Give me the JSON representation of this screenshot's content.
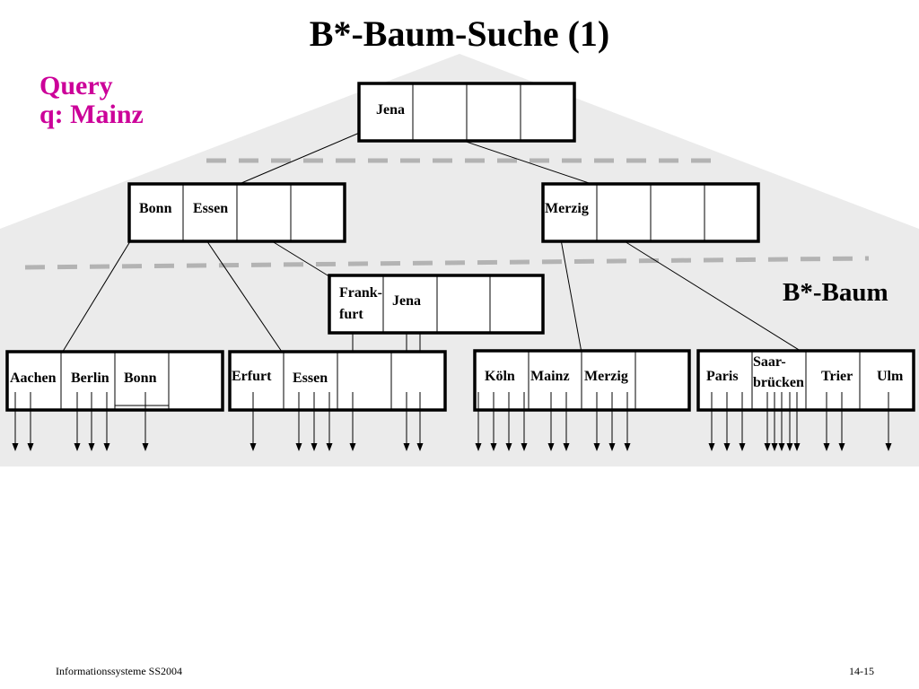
{
  "title": "B*-Baum-Suche (1)",
  "query": {
    "line1": "Query",
    "line2": "q: Mainz"
  },
  "tree_label": "B*-Baum",
  "nodes": {
    "root": [
      "Jena"
    ],
    "inner_left": [
      "Bonn",
      "Essen"
    ],
    "inner_right": [
      "Merzig"
    ],
    "inner_mid": [
      "Frank-",
      "furt",
      "Jena"
    ],
    "leaf1": [
      "Aachen",
      "Berlin",
      "Bonn"
    ],
    "leaf2": [
      "Erfurt",
      "Essen"
    ],
    "leaf4": [
      "Köln",
      "Mainz",
      "Merzig"
    ],
    "leaf5": [
      "Paris",
      "Saar-",
      "brücken",
      "Trier",
      "Ulm"
    ]
  },
  "colors": {
    "query": "#cc0099",
    "triangle": "#ebebeb",
    "dashes": "#b3b3b3"
  },
  "footer": {
    "left": "Informationssysteme SS2004",
    "right": "14-15"
  }
}
